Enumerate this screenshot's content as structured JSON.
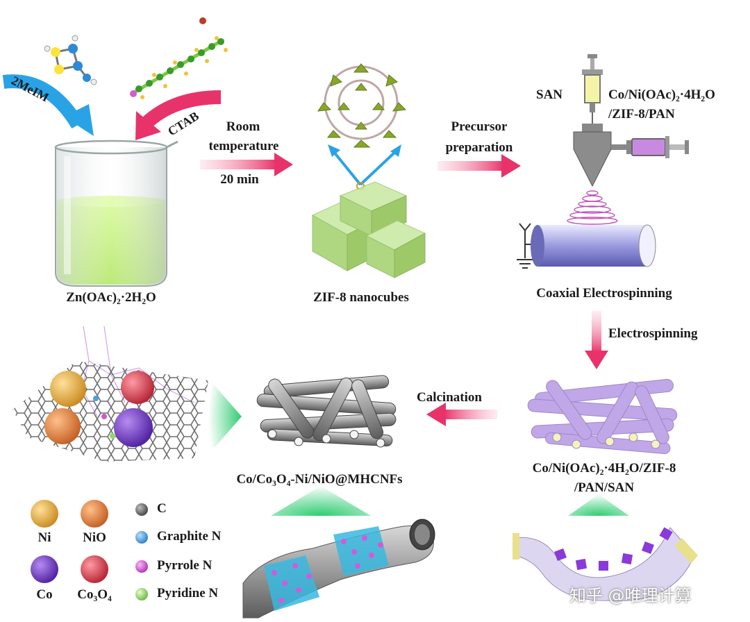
{
  "labels": {
    "mol1": "2MeIM",
    "mol2": "CTAB",
    "step1_line1": "Room",
    "step1_line2": "temperature",
    "step1_line3": "20 min",
    "step2_line1": "Precursor",
    "step2_line2": "preparation",
    "san": "SAN",
    "precursor_line1": "Co/Ni(OAc)₂·4H₂O",
    "precursor_line2": "/ZIF-8/PAN",
    "beaker": "Zn(OAc)₂·2H₂O",
    "zif": "ZIF-8 nanocubes",
    "coaxial": "Coaxial Electrospinning",
    "electrospinning": "Electrospinning",
    "calcination": "Calcination",
    "fiber_line1": "Co/Ni(OAc)₂·4H₂O/ZIF-8",
    "fiber_line2": "/PAN/SAN",
    "product": "Co/Co₃O₄-Ni/NiO@MHCNFs"
  },
  "legend": {
    "items": [
      {
        "name": "Ni",
        "color": "#e0a23a"
      },
      {
        "name": "NiO",
        "color": "#e07a3a"
      },
      {
        "name": "Co",
        "color": "#7a3fc8"
      },
      {
        "name": "Co₃O₄",
        "color": "#d8424e"
      }
    ],
    "atoms": [
      {
        "name": "C",
        "color": "#6b6b6b"
      },
      {
        "name": "Graphite N",
        "color": "#4aa0e0"
      },
      {
        "name": "Pyrrole N",
        "color": "#d05ad0"
      },
      {
        "name": "Pyridine N",
        "color": "#8fd86a"
      }
    ]
  },
  "watermark": "知乎 @唯理计算",
  "colors": {
    "blue_arrow": "#2aa3e6",
    "pink_arrow": "#e8336a",
    "green_glow": "#2ecc71",
    "solution": "#b8f06a",
    "fiber_gray": "#8a8a8a",
    "fiber_purple": "#c0a8e8"
  }
}
